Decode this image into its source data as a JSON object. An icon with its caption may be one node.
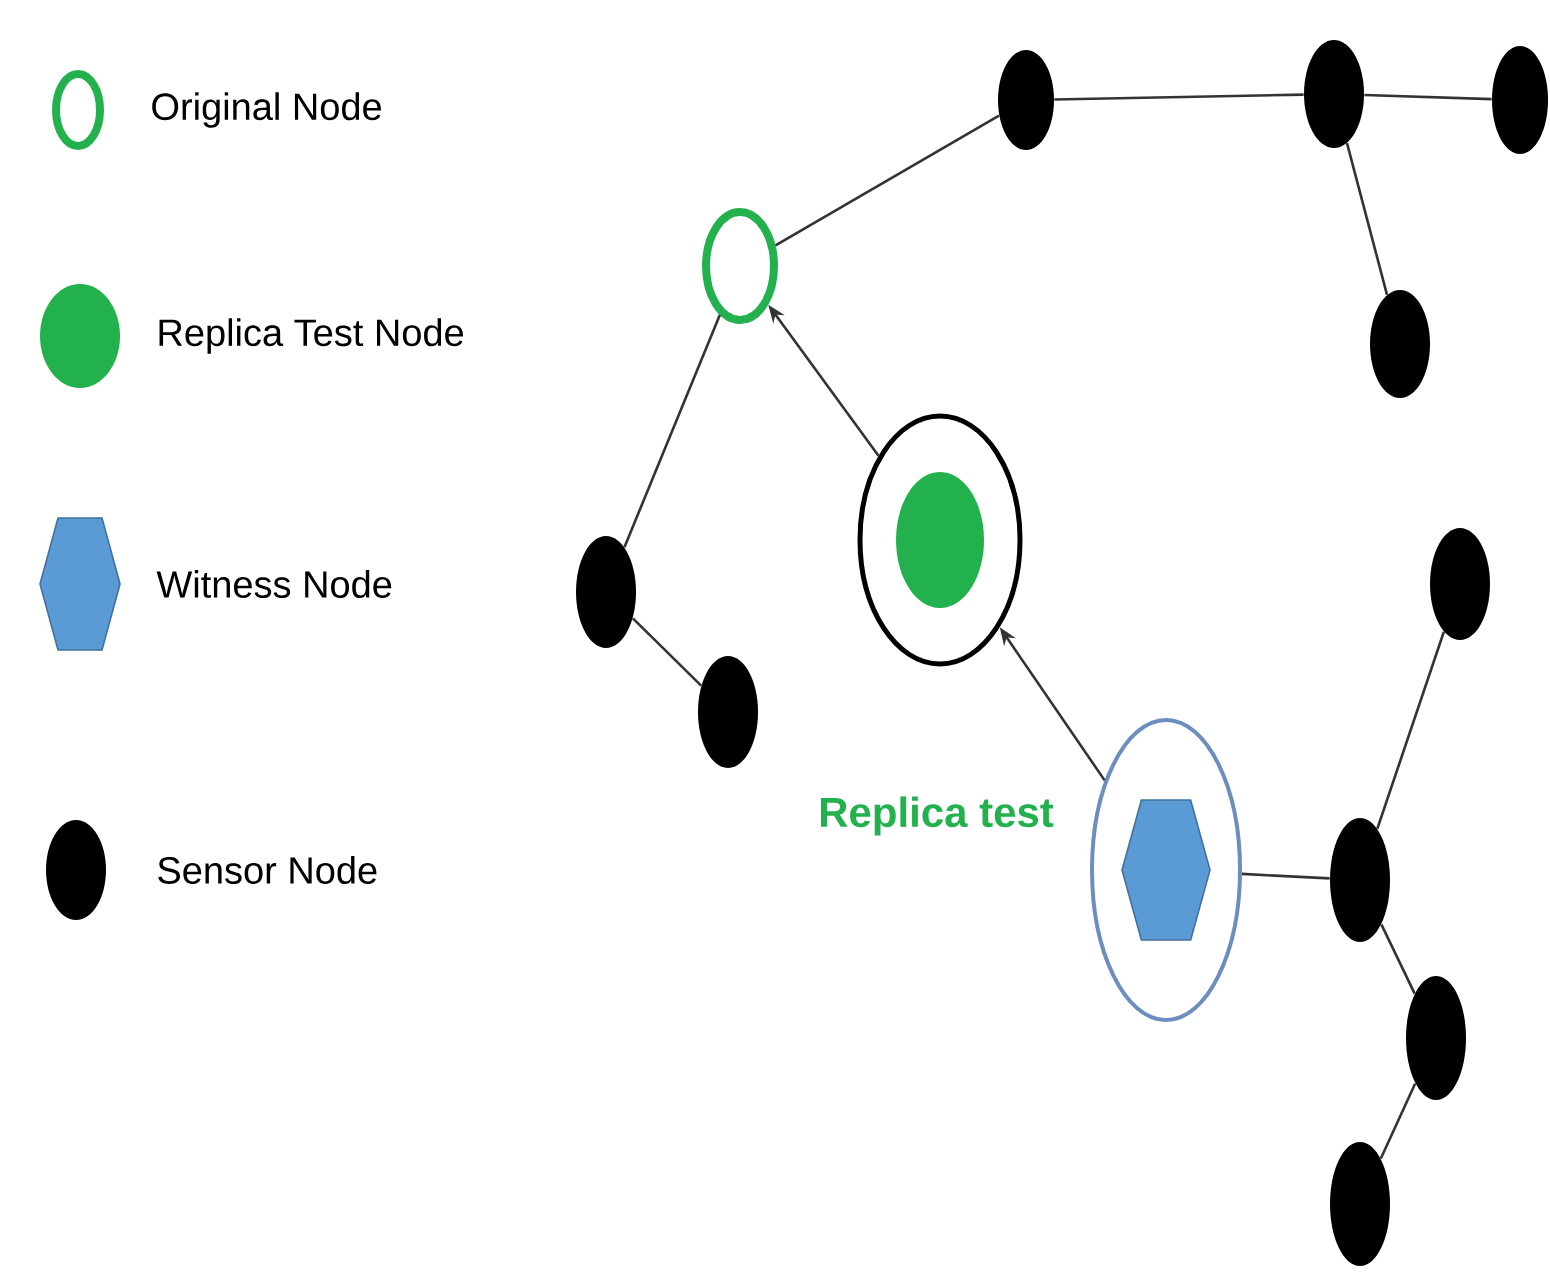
{
  "diagram": {
    "nodes": [
      {
        "text": [],
        "shape": "circle"
      },
      {
        "text": [],
        "shape": "circle"
      },
      {
        "text": [],
        "shape": "circle",
        "in": 1
      },
      {
        "text": [],
        "shape": "circle"
      },
      {
        "text": [],
        "shape": "hexagon",
        "in": 3
      },
      {
        "text": [],
        "shape": "circle"
      },
      {
        "text": [],
        "shape": "circle"
      },
      {
        "text": [],
        "shape": "circle"
      },
      {
        "text": [],
        "shape": "circle"
      },
      {
        "text": [],
        "shape": "circle"
      },
      {
        "text": [],
        "shape": "circle"
      },
      {
        "text": [],
        "shape": "circle"
      },
      {
        "text": [],
        "shape": "circle"
      },
      {
        "text": [],
        "shape": "circle"
      },
      {
        "text": [],
        "shape": "circle"
      }
    ],
    "edges": [
      {
        "from": 0,
        "to": 5,
        "arrow": "none"
      },
      {
        "from": 5,
        "to": 6,
        "arrow": "none"
      },
      {
        "from": 6,
        "to": 7,
        "arrow": "none"
      },
      {
        "from": 6,
        "to": 8,
        "arrow": "none"
      },
      {
        "from": 0,
        "to": 9,
        "arrow": "none"
      },
      {
        "from": 9,
        "to": 10,
        "arrow": "none"
      },
      {
        "from": 1,
        "to": 0,
        "arrow": "to"
      },
      {
        "from": 3,
        "to": 1,
        "arrow": "to",
        "label": "Replica test"
      },
      {
        "from": 3,
        "to": 12,
        "arrow": "none"
      },
      {
        "from": 11,
        "to": 12,
        "arrow": "none"
      },
      {
        "from": 12,
        "to": 13,
        "arrow": "none"
      },
      {
        "from": 13,
        "to": 14,
        "arrow": "none"
      }
    ],
    "legend": [
      {
        "text": "Original Node"
      },
      {
        "text": "Replica Test Node"
      },
      {
        "text": "Witness Node"
      },
      {
        "text": "Sensor Node"
      }
    ]
  }
}
